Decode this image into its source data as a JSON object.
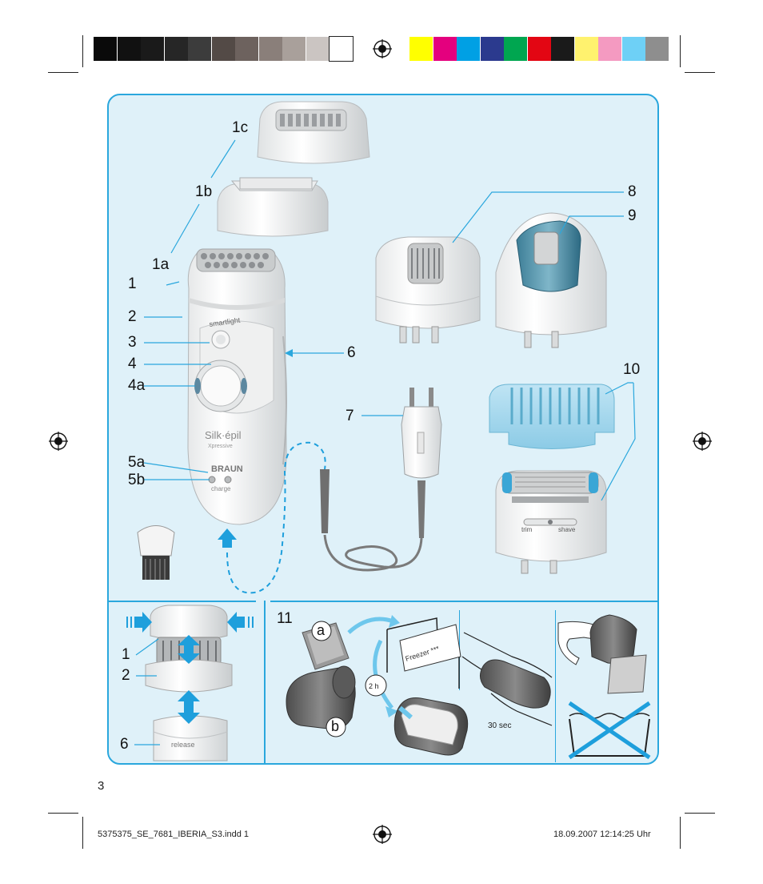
{
  "color_bar": {
    "gray_steps": [
      "#0a0a0a",
      "#111111",
      "#1a1a1a",
      "#262626",
      "#3c3c3c",
      "#534a46",
      "#6d625e",
      "#8a7f7a",
      "#a9a09b",
      "#cbc5c2",
      "#ffffff"
    ],
    "process_colors": [
      "#ffff00",
      "#e4007e",
      "#00a0e4",
      "#2b3a8e",
      "#00a650",
      "#e30613",
      "#1a1a1a",
      "#fff26e",
      "#f49ac1",
      "#6ed0f6",
      "#8e8e8e"
    ]
  },
  "labels": {
    "l_1c": "1c",
    "l_1b": "1b",
    "l_1a": "1a",
    "l_1": "1",
    "l_2": "2",
    "l_3": "3",
    "l_4": "4",
    "l_4a": "4a",
    "l_6": "6",
    "l_5a": "5a",
    "l_5b": "5b",
    "l_7": "7",
    "l_8": "8",
    "l_9": "9",
    "l_10": "10",
    "b_1": "1",
    "b_2": "2",
    "b_6": "6",
    "b_11": "11",
    "b_a": "a",
    "b_b": "b"
  },
  "device_text": {
    "smartlight": "smartlight",
    "brand_script": "Silk·épil",
    "model_sub": "Xpressive",
    "brand": "BRAUN",
    "charge": "charge",
    "trim": "trim",
    "shave": "shave",
    "release": "release",
    "freezer": "Freezer ***",
    "two_hours": "2 h",
    "thirty_sec": "30 sec"
  },
  "page_number": "3",
  "footer": {
    "left": "5375375_SE_7681_IBERIA_S3.indd   1",
    "right": "18.09.2007   12:14:25 Uhr"
  },
  "colors": {
    "panel_bg": "#dff1f9",
    "accent_blue": "#2aa7dd",
    "arrow_blue": "#1e9fdc",
    "device_white": "#f6f6f4",
    "device_shadow": "#c9ccce"
  }
}
